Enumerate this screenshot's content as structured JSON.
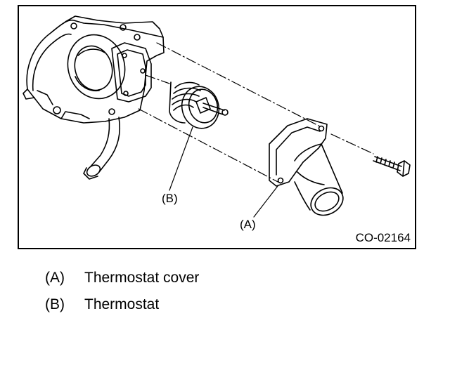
{
  "figure": {
    "code": "CO-02164",
    "callouts": {
      "a": "(A)",
      "b": "(B)"
    }
  },
  "legend": {
    "items": [
      {
        "key": "(A)",
        "text": "Thermostat cover"
      },
      {
        "key": "(B)",
        "text": "Thermostat"
      }
    ]
  }
}
